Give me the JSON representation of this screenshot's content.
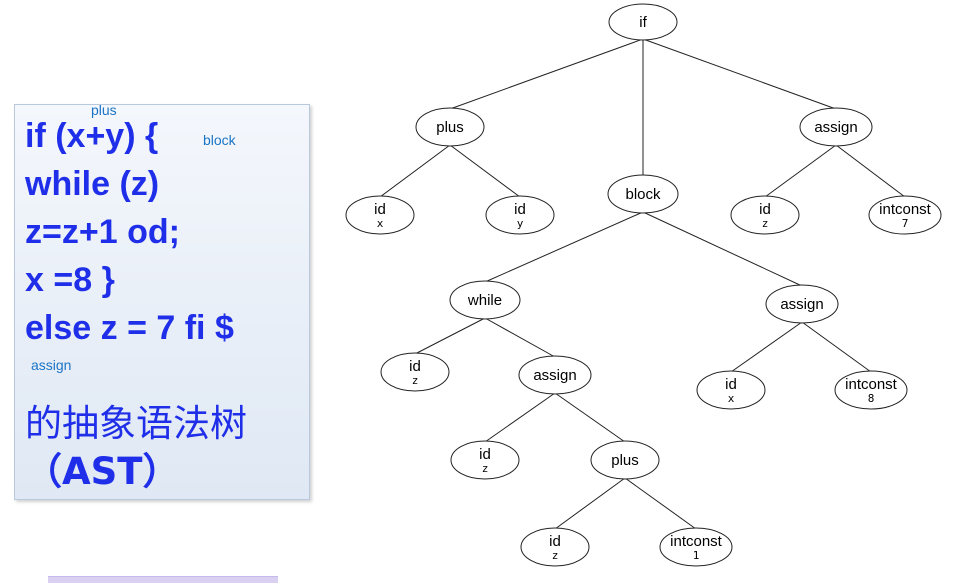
{
  "code_panel": {
    "lines": [
      "if (x+y) {",
      "while (z)",
      "z=z+1 od;",
      "x =8 }",
      "else z = 7 fi $"
    ],
    "notes": {
      "plus": "plus",
      "block": "block",
      "assign": "assign"
    },
    "title_zh": "的抽象语法树",
    "title_ast": "（AST）"
  },
  "tree": {
    "nodes": [
      {
        "id": "n_if",
        "label": "if",
        "sub": ""
      },
      {
        "id": "n_plus1",
        "label": "plus",
        "sub": ""
      },
      {
        "id": "n_block",
        "label": "block",
        "sub": ""
      },
      {
        "id": "n_assign1",
        "label": "assign",
        "sub": ""
      },
      {
        "id": "n_idx1",
        "label": "id",
        "sub": "x"
      },
      {
        "id": "n_idy",
        "label": "id",
        "sub": "y"
      },
      {
        "id": "n_idz1",
        "label": "id",
        "sub": "z"
      },
      {
        "id": "n_int7",
        "label": "intconst",
        "sub": "7"
      },
      {
        "id": "n_while",
        "label": "while",
        "sub": ""
      },
      {
        "id": "n_assign2",
        "label": "assign",
        "sub": ""
      },
      {
        "id": "n_idz2",
        "label": "id",
        "sub": "z"
      },
      {
        "id": "n_assign3",
        "label": "assign",
        "sub": ""
      },
      {
        "id": "n_idx2",
        "label": "id",
        "sub": "x"
      },
      {
        "id": "n_int8",
        "label": "intconst",
        "sub": "8"
      },
      {
        "id": "n_idz3",
        "label": "id",
        "sub": "z"
      },
      {
        "id": "n_plus2",
        "label": "plus",
        "sub": ""
      },
      {
        "id": "n_idz4",
        "label": "id",
        "sub": "z"
      },
      {
        "id": "n_int1",
        "label": "intconst",
        "sub": "1"
      }
    ],
    "edges": [
      [
        "n_if",
        "n_plus1"
      ],
      [
        "n_if",
        "n_block"
      ],
      [
        "n_if",
        "n_assign1"
      ],
      [
        "n_plus1",
        "n_idx1"
      ],
      [
        "n_plus1",
        "n_idy"
      ],
      [
        "n_assign1",
        "n_idz1"
      ],
      [
        "n_assign1",
        "n_int7"
      ],
      [
        "n_block",
        "n_while"
      ],
      [
        "n_block",
        "n_assign3"
      ],
      [
        "n_while",
        "n_idz2"
      ],
      [
        "n_while",
        "n_assign2"
      ],
      [
        "n_assign3",
        "n_idx2"
      ],
      [
        "n_assign3",
        "n_int8"
      ],
      [
        "n_assign2",
        "n_idz3"
      ],
      [
        "n_assign2",
        "n_plus2"
      ],
      [
        "n_plus2",
        "n_idz4"
      ],
      [
        "n_plus2",
        "n_int1"
      ]
    ]
  }
}
